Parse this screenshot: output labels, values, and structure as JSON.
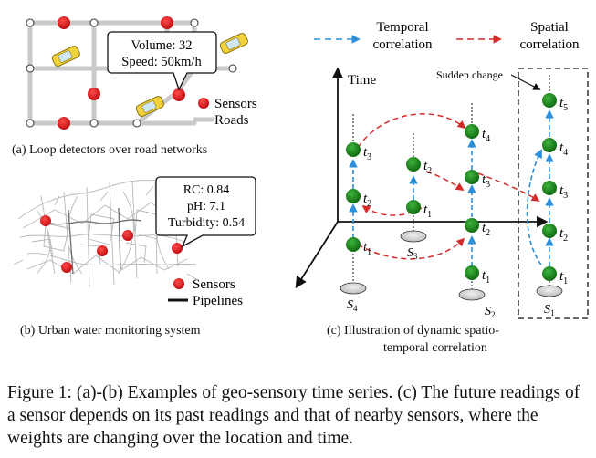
{
  "panel_a": {
    "callout_volume": "Volume: 32",
    "callout_speed": "Speed: 50km/h",
    "legend_sensors": "Sensors",
    "legend_roads": "Roads",
    "caption": "(a) Loop detectors over road networks"
  },
  "panel_b": {
    "callout_rc": "RC: 0.84",
    "callout_ph": "pH: 7.1",
    "callout_turbidity": "Turbidity: 0.54",
    "legend_sensors": "Sensors",
    "legend_pipelines": "Pipelines",
    "caption": "(b) Urban water monitoring system"
  },
  "panel_c": {
    "legend_temporal_line1": "Temporal",
    "legend_temporal_line2": "correlation",
    "legend_spatial_line1": "Spatial",
    "legend_spatial_line2": "correlation",
    "axis_time": "Time",
    "sudden_change": "Sudden change",
    "t1": "t",
    "sensor_s4": "S",
    "sensor_s3": "S",
    "sensor_s2": "S",
    "sensor_s1": "S",
    "caption_line1": "(c) Illustration of dynamic spatio-",
    "caption_line2": "temporal correlation"
  },
  "figure_caption": "Figure 1: (a)-(b) Examples of geo-sensory time series. (c) The future readings of a sensor depends on its past readings and that of nearby sensors, where the weights are changing over the location and time.",
  "colors": {
    "sensor_red": "#e0161b",
    "node_green": "#1b8a1b",
    "temporal_blue": "#2d8fd8",
    "spatial_red": "#d62a2a",
    "road_gray": "#c9c9c9",
    "car_yellow": "#f2d23a"
  }
}
